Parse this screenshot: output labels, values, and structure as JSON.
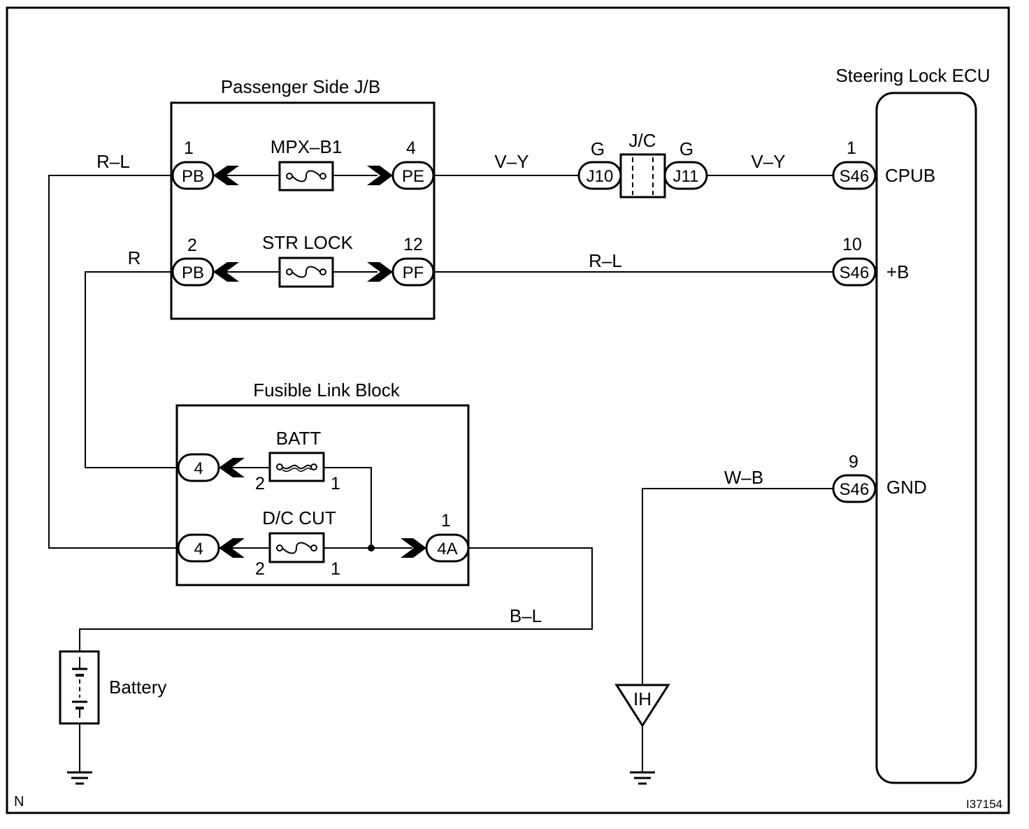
{
  "corner_label": "N",
  "figure_id": "I37154",
  "components": {
    "passenger_jb": "Passenger Side J/B",
    "fusible_link_block": "Fusible Link Block",
    "steering_lock_ecu": "Steering Lock ECU",
    "battery": "Battery",
    "jc": "J/C",
    "ground_point": "IH"
  },
  "fuses": {
    "mpx_b1": "MPX–B1",
    "str_lock": "STR LOCK",
    "batt": "BATT",
    "dc_cut": "D/C CUT"
  },
  "connectors": {
    "pb1": {
      "code": "PB",
      "pin": "1"
    },
    "pe4": {
      "code": "PE",
      "pin": "4"
    },
    "pb2": {
      "code": "PB",
      "pin": "2"
    },
    "pf12": {
      "code": "PF",
      "pin": "12"
    },
    "flb_4_upper": {
      "code": "4"
    },
    "flb_4_lower": {
      "code": "4"
    },
    "flb_4a": {
      "code": "4A",
      "pin": "1"
    },
    "j10": {
      "code": "J10",
      "label": "G"
    },
    "j11": {
      "code": "J11",
      "label": "G"
    },
    "s46_cpub": {
      "code": "S46",
      "pin": "1",
      "terminal": "CPUB"
    },
    "s46_b": {
      "code": "S46",
      "pin": "10",
      "terminal": "+B"
    },
    "s46_gnd": {
      "code": "S46",
      "pin": "9",
      "terminal": "GND"
    }
  },
  "fuse_pins": {
    "batt_left": "2",
    "batt_right": "1",
    "dc_left": "2",
    "dc_right": "1"
  },
  "wire_colors": {
    "pb1_wire": "R–L",
    "pb2_wire": "R",
    "pe_jc": "V–Y",
    "jc_ecu": "V–Y",
    "pf_ecu": "R–L",
    "battery_wire": "B–L",
    "ground_wire": "W–B"
  }
}
